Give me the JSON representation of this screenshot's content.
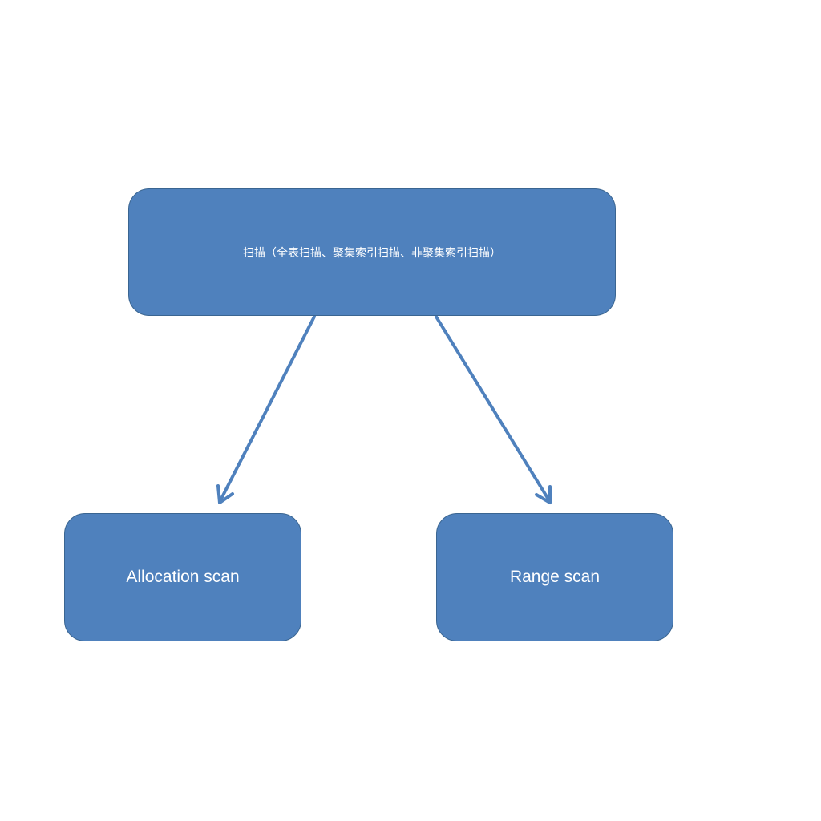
{
  "diagram": {
    "root": {
      "label": "扫描（全表扫描、聚集索引扫描、非聚集索引扫描）"
    },
    "children": [
      {
        "label": "Allocation scan"
      },
      {
        "label": "Range scan"
      }
    ],
    "colors": {
      "node_fill": "#4f81bd",
      "node_border": "#3a6591",
      "arrow": "#4f81bd",
      "text": "#ffffff"
    }
  }
}
